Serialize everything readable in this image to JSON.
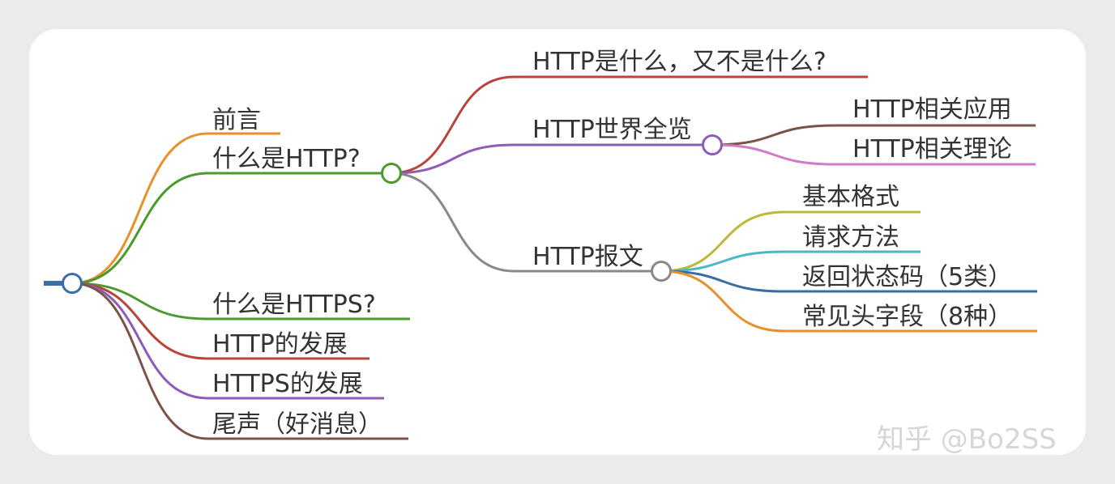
{
  "mindmap": {
    "branches": [
      {
        "label": "前言",
        "color": "#e8902a"
      },
      {
        "label": "什么是HTTP?",
        "color": "#4a9a2e",
        "children": [
          {
            "label": "HTTP是什么，又不是什么?",
            "color": "#b8443a"
          },
          {
            "label": "HTTP世界全览",
            "color": "#8e5cb8",
            "children": [
              {
                "label": "HTTP相关应用",
                "color": "#7a5446"
              },
              {
                "label": "HTTP相关理论",
                "color": "#d07ac8"
              }
            ]
          },
          {
            "label": "HTTP报文",
            "color": "#888888",
            "children": [
              {
                "label": "基本格式",
                "color": "#bdb838"
              },
              {
                "label": "请求方法",
                "color": "#4fb6c8"
              },
              {
                "label": "返回状态码（5类）",
                "color": "#3a6ea0"
              },
              {
                "label": "常见头字段（8种）",
                "color": "#e8902a"
              }
            ]
          }
        ]
      },
      {
        "label": "什么是HTTPS?",
        "color": "#4a9a2e"
      },
      {
        "label": "HTTP的发展",
        "color": "#b8443a"
      },
      {
        "label": "HTTPS的发展",
        "color": "#8e5cb8"
      },
      {
        "label": "尾声（好消息）",
        "color": "#7a5446"
      }
    ],
    "root_color": "#3a6ea8"
  },
  "watermark": "知乎 @Bo2SS"
}
